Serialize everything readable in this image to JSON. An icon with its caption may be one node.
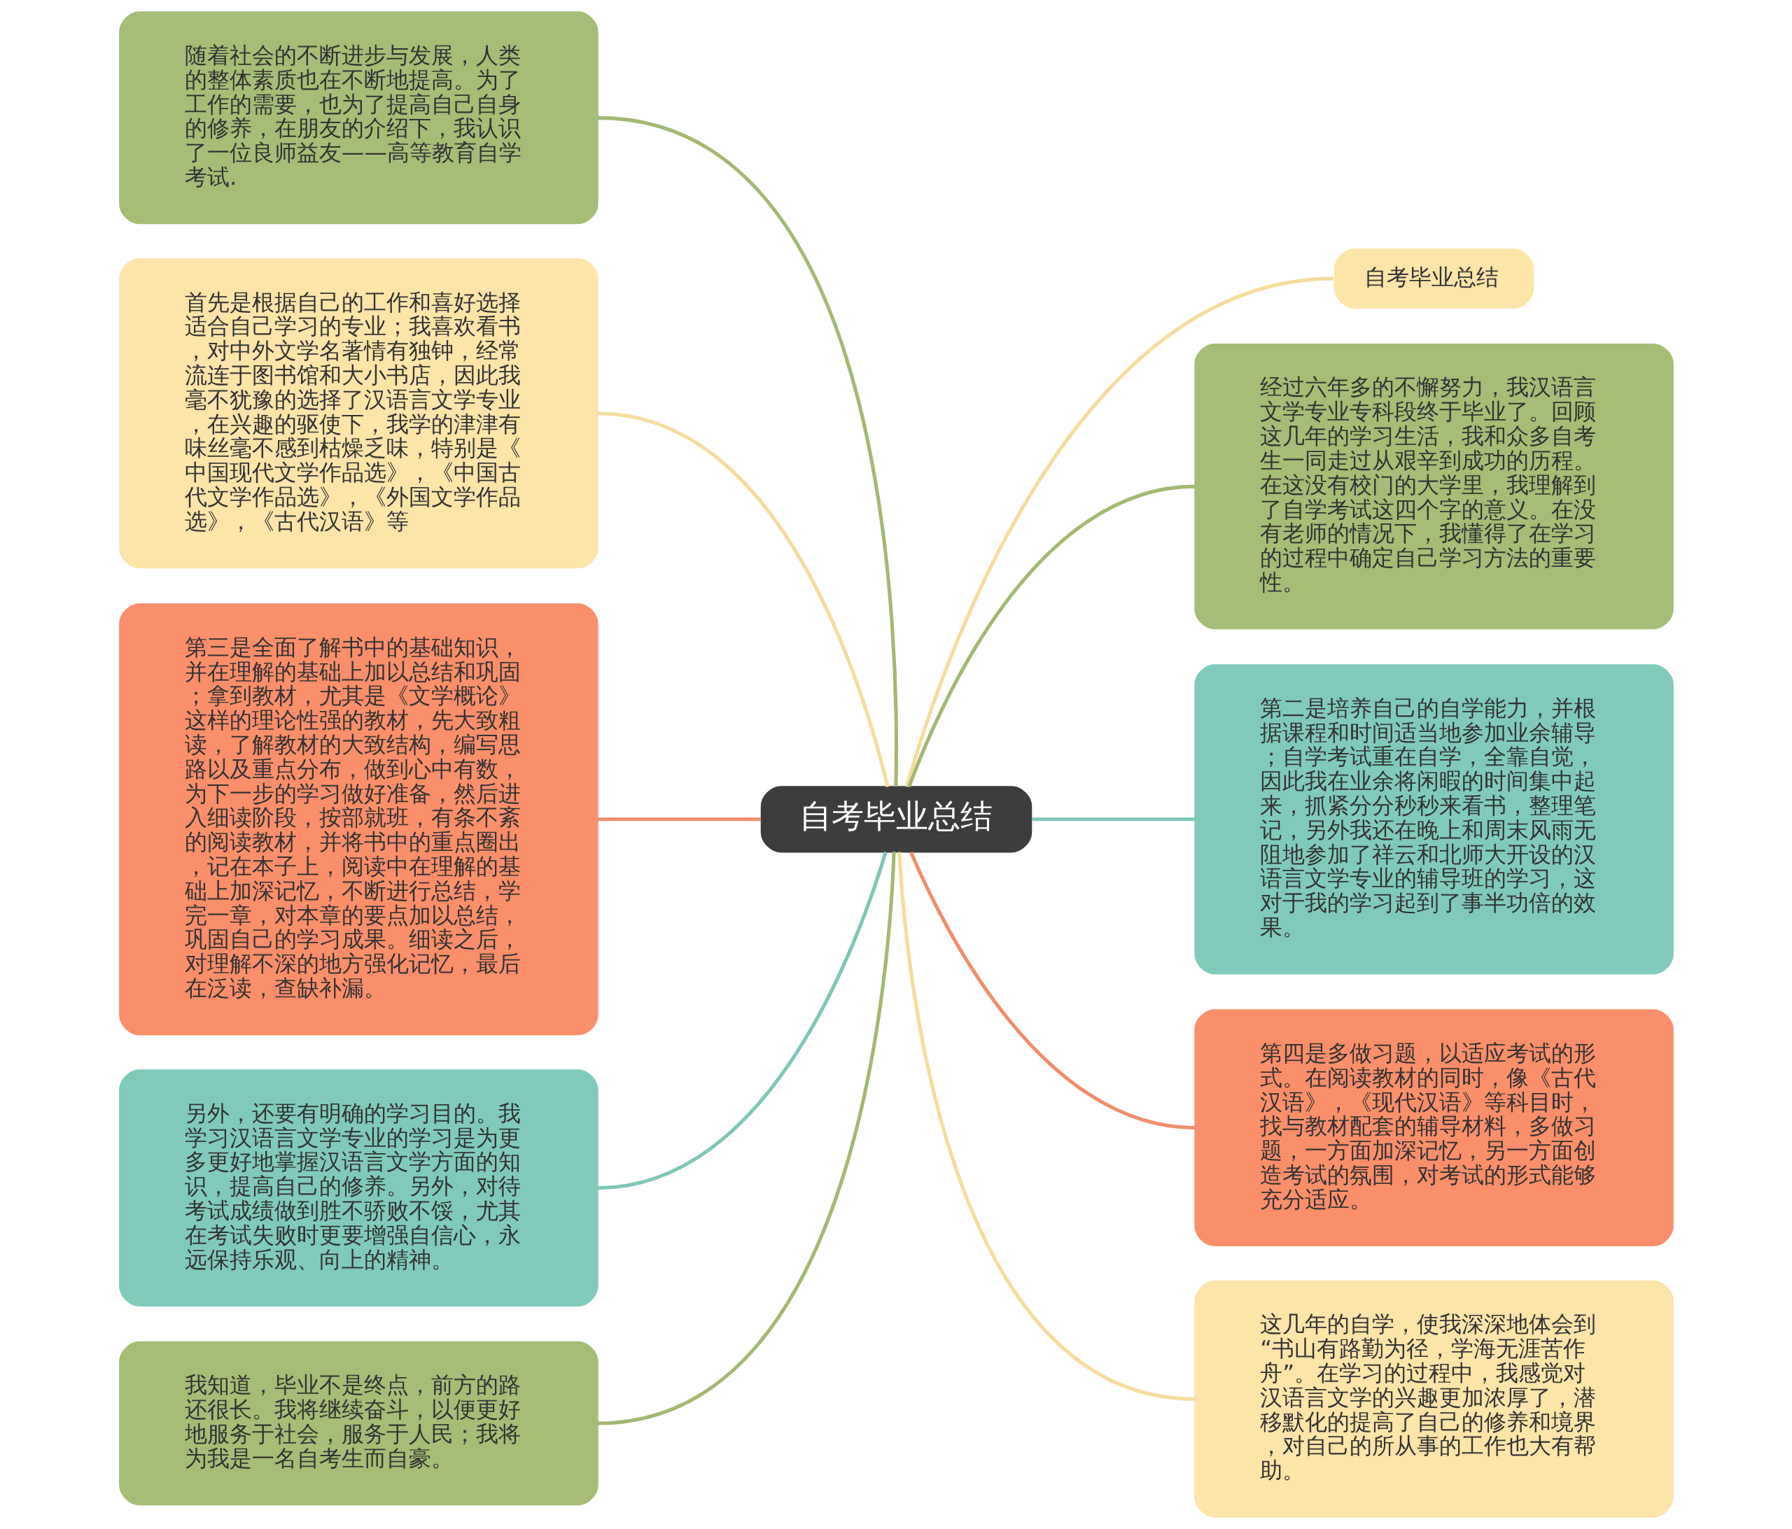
{
  "diagram": {
    "nodes": [
      {
        "text": [
          "自考毕业总结"
        ]
      },
      {
        "text": [
          "随着社会的不断进步与发展，人类的整体素质也在不断地提高。为了工作的需要，也为了提高自己自身的修养，在朋友的介绍下，我认识了一位良师益友——高等教育自学考试."
        ]
      },
      {
        "text": [
          "首先是根据自己的工作和喜好选择适合自己学习的专业；我喜欢看书，对中外文学名著情有独钟，经常流连于图书馆和大小书店，因此我毫不犹豫的选择了汉语言文学专业，在兴趣的驱使下，我学的津津有味丝毫不感到枯燥乏味，特别是《中国现代文学作品选》，《中国古代文学作品选》，《外国文学作品选》，《古代汉语》等"
        ]
      },
      {
        "text": [
          "第三是全面了解书中的基础知识，并在理解的基础上加以总结和巩固；拿到教材，尤其是《文学概论》这样的理论性强的教材，先大致粗读，了解教材的大致结构，编写思路以及重点分布，做到心中有数，为下一步的学习做好准备，然后进入细读阶段，按部就班，有条不紊的阅读教材，并将书中的重点圈出，记在本子上，阅读中在理解的基础上加深记忆，不断进行总结，学完一章，对本章的要点加以总结，巩固自己的学习成果。细读之后，对理解不深的地方强化记忆，最后在泛读，查缺补漏。"
        ]
      },
      {
        "text": [
          "另外，还要有明确的学习目的。我学习汉语言文学专业的学习是为更多更好地掌握汉语言文学方面的知识，提高自己的修养。另外，对待考试成绩做到胜不骄败不馁，尤其在考试失败时更要增强自信心，永远保持乐观、向上的精神。"
        ]
      },
      {
        "text": [
          "我知道，毕业不是终点，前方的路还很长。我将继续奋斗，以便更好地服务于社会，服务于人民；我将为我是一名自考生而自豪。"
        ]
      },
      {
        "text": [
          "自考毕业总结"
        ]
      },
      {
        "text": [
          "经过六年多的不懈努力，我汉语言文学专业专科段终于毕业了。回顾这几年的学习生活，我和众多自考生一同走过从艰辛到成功的历程。在这没有校门的大学里，我理解到了自学考试这四个字的意义。在没有老师的情况下，我懂得了在学习的过程中确定自己学习方法的重要性。"
        ]
      },
      {
        "text": [
          "第二是培养自己的自学能力，并根据课程和时间适当地参加业余辅导；自学考试重在自学，全靠自觉，因此我在业余将闲暇的时间集中起来，抓紧分分秒秒来看书，整理笔记，另外我还在晚上和周末风雨无阻地参加了祥云和北师大开设的汉语言文学专业的辅导班的学习，这对于我的学习起到了事半功倍的效果。"
        ]
      },
      {
        "text": [
          "第四是多做习题，以适应考试的形式。在阅读教材的同时，像《古代汉语》，《现代汉语》等科目时，找与教材配套的辅导材料，多做习题，一方面加深记忆，另一方面创造考试的氛围，对考试的形式能够充分适应。"
        ]
      },
      {
        "text": [
          "这几年的自学，使我深深地体会到“书山有路勤为径，学海无涯苦作舟”。在学习的过程中，我感觉对汉语言文学的兴趣更加浓厚了，潜移默化的提高了自己的修养和境界，对自己的所从事的工作也大有帮助。"
        ]
      }
    ],
    "edges": [
      {
        "from": 0,
        "to": 1,
        "arrow": "none",
        "color": "#a3b872"
      },
      {
        "from": 0,
        "to": 2,
        "arrow": "none",
        "color": "#f6dc9c"
      },
      {
        "from": 0,
        "to": 3,
        "arrow": "none",
        "color": "#f08e6a"
      },
      {
        "from": 0,
        "to": 4,
        "arrow": "none",
        "color": "#7fc6b7"
      },
      {
        "from": 0,
        "to": 5,
        "arrow": "none",
        "color": "#a3b872"
      },
      {
        "from": 0,
        "to": 6,
        "arrow": "none",
        "color": "#f6dc9c"
      },
      {
        "from": 0,
        "to": 7,
        "arrow": "none",
        "color": "#a3b872"
      },
      {
        "from": 0,
        "to": 8,
        "arrow": "none",
        "color": "#7fc6b7"
      },
      {
        "from": 0,
        "to": 9,
        "arrow": "none",
        "color": "#f08e6a"
      },
      {
        "from": 0,
        "to": 10,
        "arrow": "none",
        "color": "#f6dc9c"
      }
    ]
  }
}
